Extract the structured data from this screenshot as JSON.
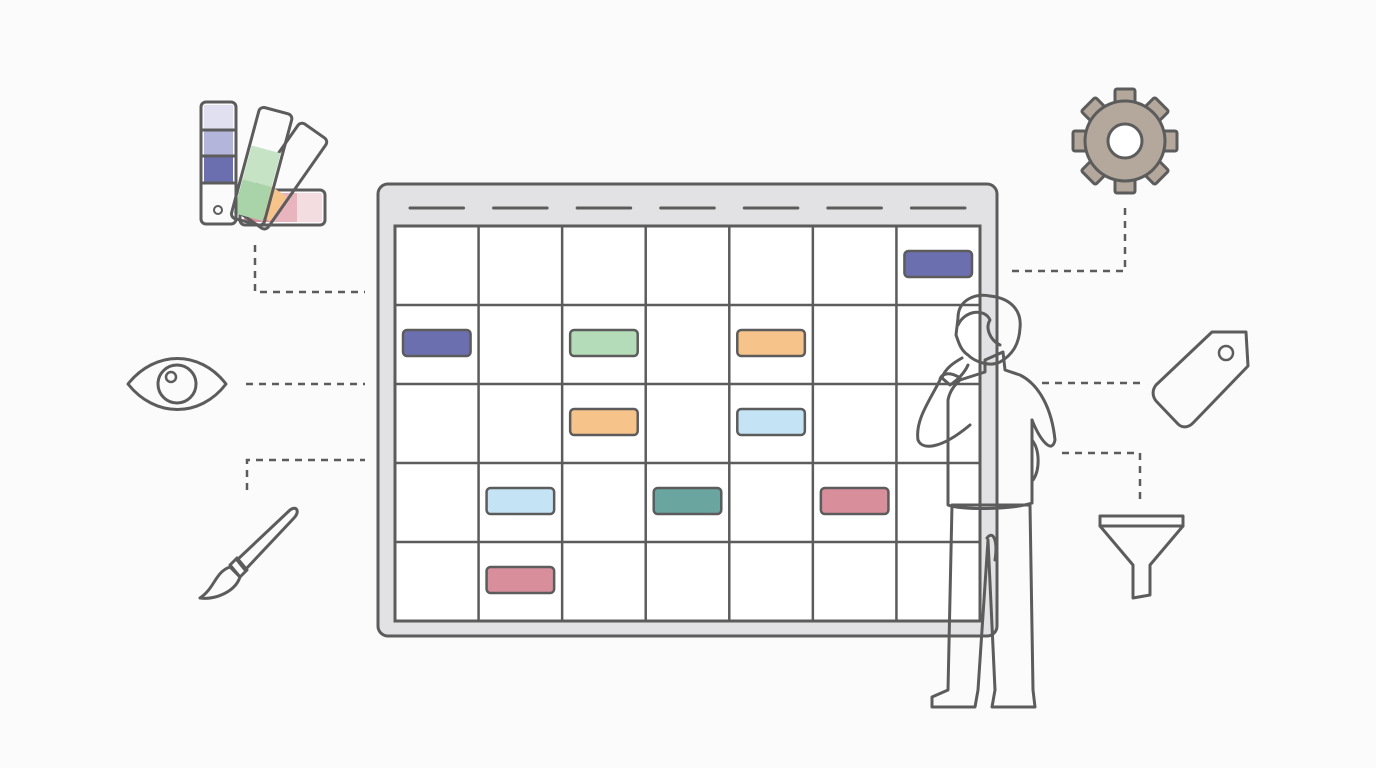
{
  "illustration": {
    "calendar": {
      "columns": 7,
      "rows": 5,
      "events": [
        {
          "row": 0,
          "col": 6,
          "color": "#6b6fb0"
        },
        {
          "row": 1,
          "col": 0,
          "color": "#6b6fb0"
        },
        {
          "row": 1,
          "col": 2,
          "color": "#b5dcb8"
        },
        {
          "row": 1,
          "col": 4,
          "color": "#f6c48a"
        },
        {
          "row": 2,
          "col": 2,
          "color": "#f6c48a"
        },
        {
          "row": 2,
          "col": 4,
          "color": "#c4e4f5"
        },
        {
          "row": 3,
          "col": 1,
          "color": "#c4e4f5"
        },
        {
          "row": 3,
          "col": 3,
          "color": "#6aa5a0"
        },
        {
          "row": 3,
          "col": 5,
          "color": "#d98e9c"
        },
        {
          "row": 4,
          "col": 1,
          "color": "#d98e9c"
        }
      ]
    },
    "icons": [
      "color-palette-icon",
      "eye-icon",
      "paintbrush-icon",
      "gear-icon",
      "tag-icon",
      "funnel-icon",
      "person-thinking"
    ],
    "colors": {
      "outline": "#5c5c5c",
      "frame": "#e2e2e4",
      "gear": "#b3a89b",
      "tag": "#c4e4f5",
      "funnel": "#6aa5a0",
      "eye": "#b5dcb8",
      "brush": "#f6c48a"
    }
  }
}
